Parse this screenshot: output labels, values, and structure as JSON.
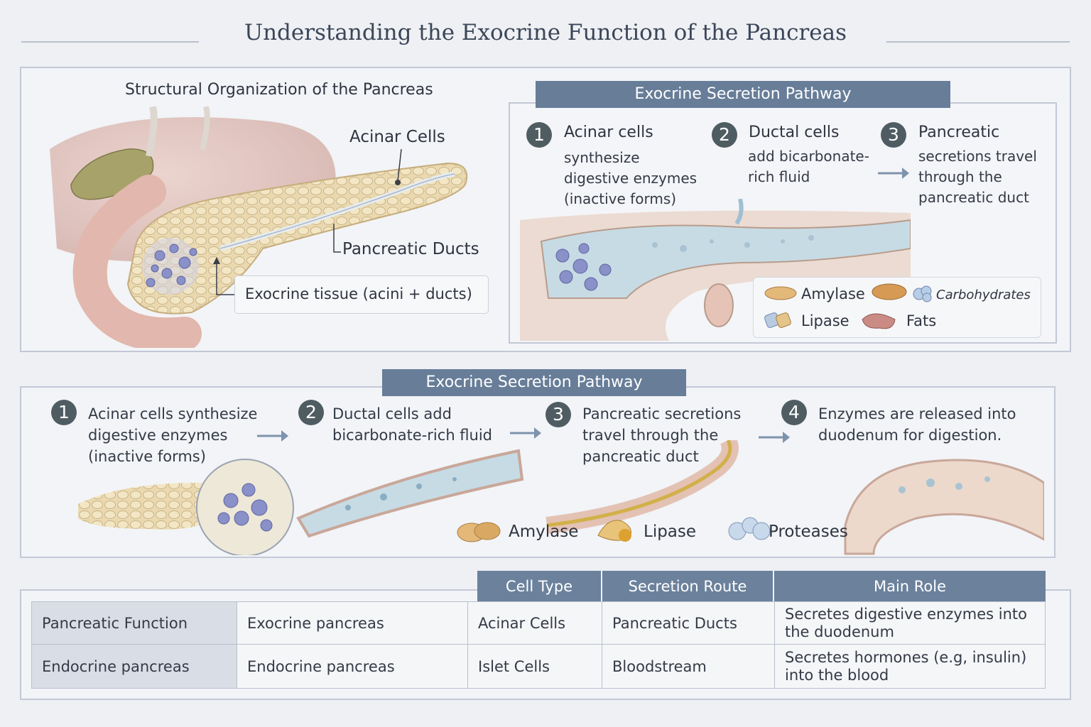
{
  "title": "Understanding the Exocrine Function of the Pancreas",
  "structure": {
    "heading": "Structural Organization of the Pancreas",
    "labels": {
      "acinar": "Acinar Cells",
      "ducts": "Pancreatic Ducts",
      "exocrine": "Exocrine tissue (acini + ducts)"
    }
  },
  "pathway_top": {
    "banner": "Exocrine Secretion Pathway",
    "steps": [
      {
        "num": "1",
        "title": "Acinar cells",
        "text": "synthesize digestive enzymes (inactive forms)"
      },
      {
        "num": "2",
        "title": "Ductal cells",
        "text": "add bicarbonate-rich fluid"
      },
      {
        "num": "3",
        "title": "Pancreatic",
        "text": "secretions travel through the pancreatic duct"
      }
    ],
    "legend": {
      "amylase": "Amylase",
      "carbs": "Carbohydrates",
      "lipase": "Lipase",
      "fats": "Fats"
    }
  },
  "pathway_bottom": {
    "banner": "Exocrine Secretion Pathway",
    "steps": [
      {
        "num": "1",
        "text": "Acinar cells synthesize digestive enzymes (inactive forms)"
      },
      {
        "num": "2",
        "text": "Ductal cells add bicarbonate-rich fluid"
      },
      {
        "num": "3",
        "text": "Pancreatic secretions travel through the pancreatic duct"
      },
      {
        "num": "4",
        "text": "Enzymes are released into duodenum for digestion."
      }
    ],
    "enzymes": {
      "amylase": "Amylase",
      "lipase": "Lipase",
      "proteases": "Proteases"
    }
  },
  "table": {
    "headers": [
      "Cell Type",
      "Secretion Route",
      "Main Role"
    ],
    "rows": [
      [
        "Pancreatic Function",
        "Exocrine pancreas",
        "Acinar Cells",
        "Pancreatic Ducts",
        "Secretes digestive enzymes into the duodenum"
      ],
      [
        "Endocrine pancreas",
        "Endocrine pancreas",
        "Islet Cells",
        "Bloodstream",
        "Secretes hormones (e.g, insulin) into the blood"
      ]
    ]
  },
  "colors": {
    "banner": "#677d98",
    "number_badge": "#4f5d63",
    "pancreas_tissue": "#ead9b0",
    "acini_cells": "#8a90c8",
    "duct_fluid": "#b9d3df",
    "background": "#eef0f4"
  }
}
